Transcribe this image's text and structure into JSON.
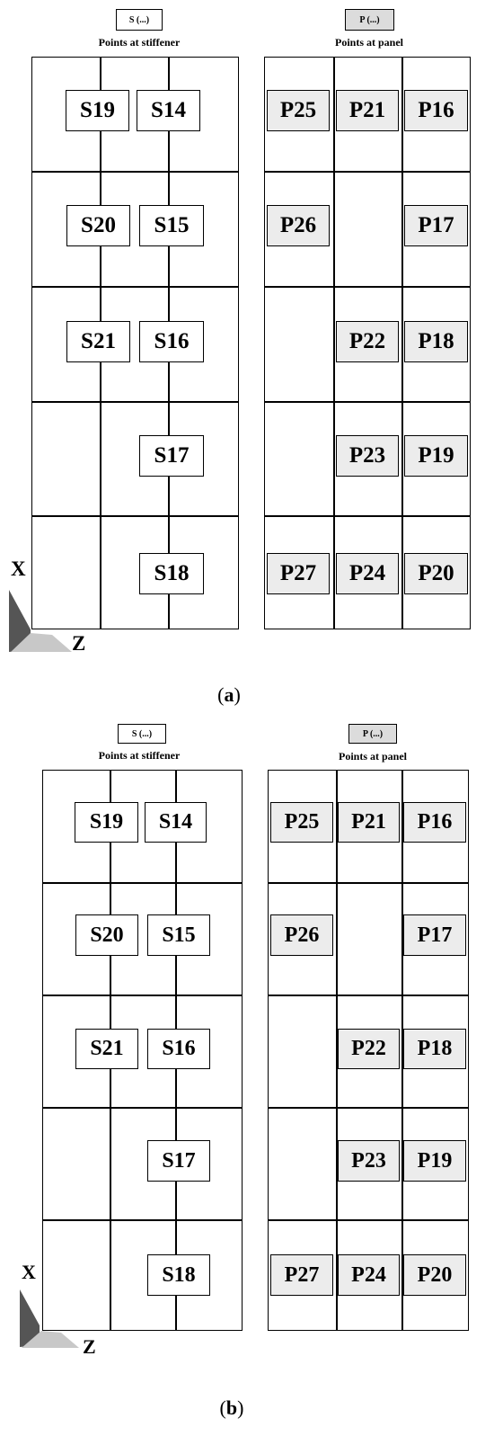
{
  "figures": [
    {
      "caption_open": "(",
      "caption_letter": "a",
      "caption_close": ")",
      "legend_s": "S (...)",
      "legend_s_caption": "Points at stiffener",
      "legend_p": "P (...)",
      "legend_p_caption": "Points at panel",
      "axis_x": "X",
      "axis_z": "Z"
    },
    {
      "caption_open": "(",
      "caption_letter": "b",
      "caption_close": ")",
      "legend_s": "S (...)",
      "legend_s_caption": "Points at stiffener",
      "legend_p": "P (...)",
      "legend_p_caption": "Points at panel",
      "axis_x": "X",
      "axis_z": "Z"
    }
  ],
  "stiffener_points": [
    "S19",
    "S14",
    "S20",
    "S15",
    "S21",
    "S16",
    "S17",
    "S18"
  ],
  "panel_points": [
    "P25",
    "P21",
    "P16",
    "P26",
    "P17",
    "P22",
    "P18",
    "P23",
    "P19",
    "P27",
    "P24",
    "P20"
  ],
  "colors": {
    "stiffener_fill": "#ffffff",
    "panel_fill": "#ececec",
    "legend_panel_fill": "#dcdcdc",
    "line": "#000000",
    "axis_dark": "#555555",
    "axis_light": "#c8c8c8"
  }
}
